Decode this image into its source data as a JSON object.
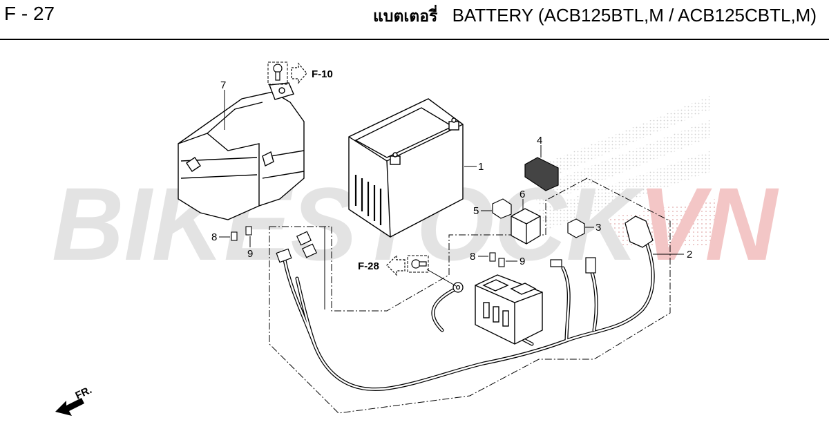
{
  "header": {
    "page_number": "F - 27",
    "title_thai": "แบตเตอรี่",
    "title": "BATTERY (ACB125BTL,M / ACB125CBTL,M)"
  },
  "watermark": {
    "text_main": "BIKESTOCK",
    "text_accent": "VN",
    "color_main": "#e3e3e3",
    "color_accent": "#f3c6c6"
  },
  "references": {
    "f10": "F-10",
    "f28": "F-28",
    "front": "FR."
  },
  "callouts": {
    "c1": "1",
    "c2": "2",
    "c3": "3",
    "c4": "4",
    "c5": "5",
    "c6": "6",
    "c7": "7",
    "c8a": "8",
    "c9a": "9",
    "c8b": "8",
    "c9b": "9"
  },
  "parts_icons": {
    "battery": "battery-icon",
    "cover": "battery-cover-icon",
    "harness": "wire-harness-icon",
    "fuse_box": "fuse-box-icon",
    "relay": "relay-icon",
    "fuse": "fuse-icon",
    "bolt": "bolt-icon",
    "front_arrow": "front-arrow-icon"
  }
}
